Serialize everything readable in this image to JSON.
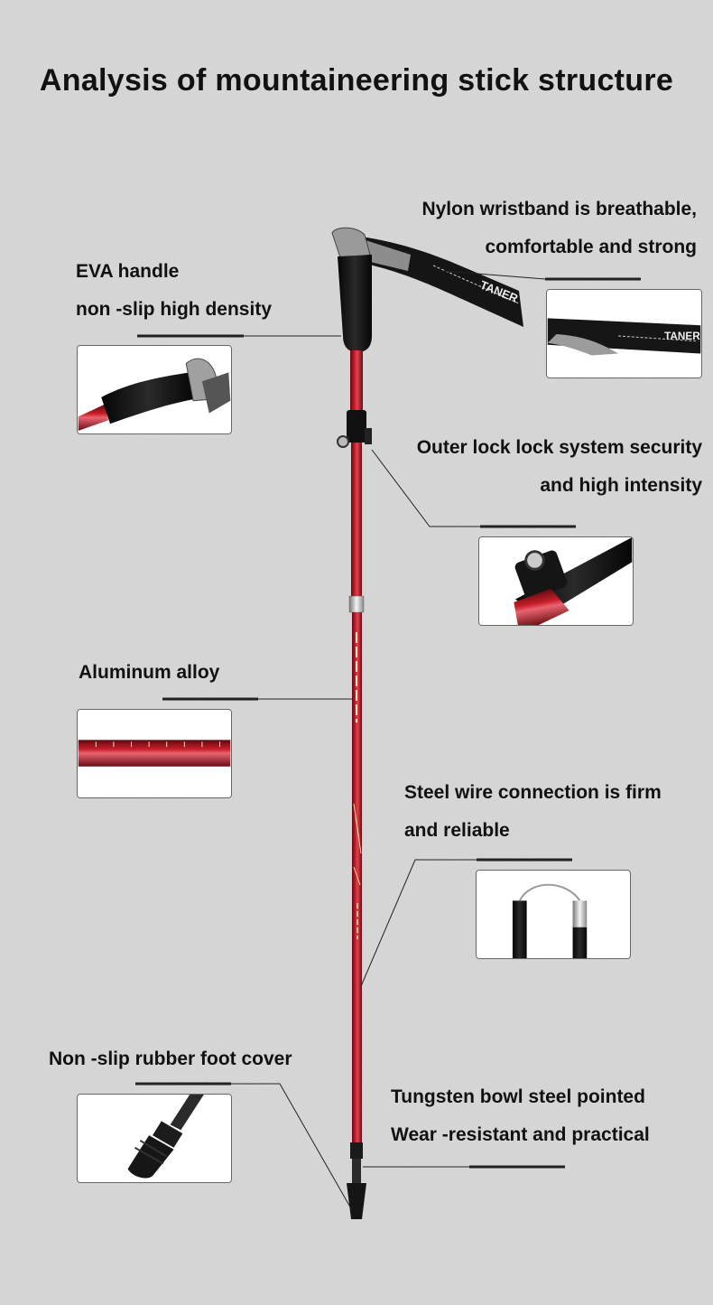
{
  "title": "Analysis of mountaineering stick structure",
  "labels": {
    "wristband": {
      "line1": "Nylon wristband is breathable,",
      "line2": "comfortable and strong"
    },
    "handle": {
      "line1": "EVA handle",
      "line2": "non -slip high density"
    },
    "lock": {
      "line1": "Outer lock lock system security",
      "line2": "and high intensity"
    },
    "alloy": {
      "line1": "Aluminum alloy"
    },
    "wire": {
      "line1": "Steel wire connection is firm",
      "line2": "and reliable"
    },
    "foot": {
      "line1": "Non -slip rubber foot cover"
    },
    "tip": {
      "line1": "Tungsten bowl steel pointed",
      "line2": "Wear -resistant and practical"
    }
  },
  "strap_text": "TANER",
  "colors": {
    "shaft": "#a8141e",
    "grip": "#141414",
    "background": "#d9d9d9",
    "leader": "#222222"
  }
}
